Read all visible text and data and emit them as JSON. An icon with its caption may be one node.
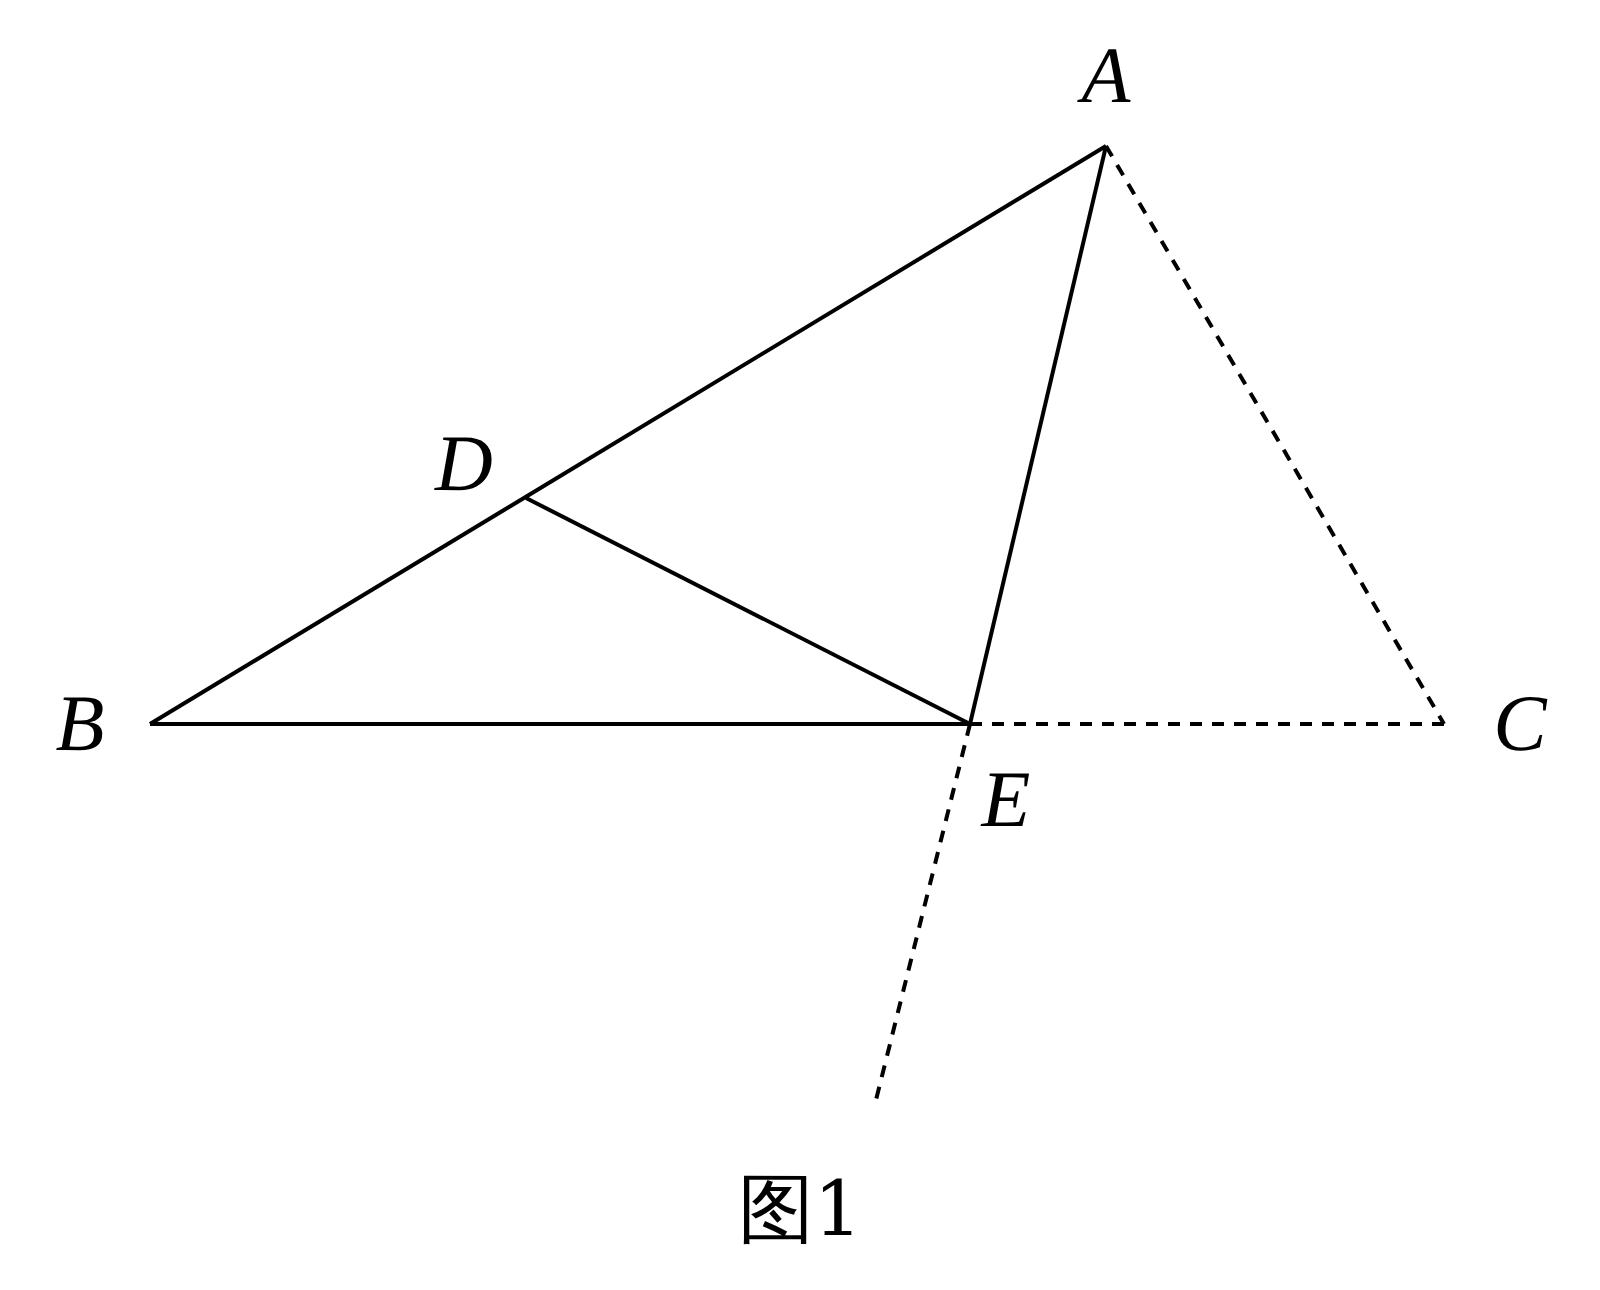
{
  "diagram": {
    "caption": "图1",
    "nodes": [
      {
        "text": [
          "A"
        ]
      },
      {
        "text": [
          "D"
        ]
      },
      {
        "text": [
          "B"
        ]
      },
      {
        "text": [
          "E"
        ]
      },
      {
        "text": [
          "C"
        ]
      }
    ],
    "edges": [
      {
        "from": 0,
        "to": 2,
        "arrow": "none"
      },
      {
        "from": 0,
        "to": 3,
        "arrow": "none"
      },
      {
        "from": 1,
        "to": 3,
        "arrow": "none"
      },
      {
        "from": 2,
        "to": 3,
        "arrow": "none"
      },
      {
        "from": 0,
        "to": 4,
        "arrow": "none",
        "style": "dashed"
      },
      {
        "from": 3,
        "to": 4,
        "arrow": "none",
        "style": "dashed"
      },
      {
        "from": 3,
        "to": null,
        "arrow": "none",
        "style": "dashed"
      }
    ]
  }
}
